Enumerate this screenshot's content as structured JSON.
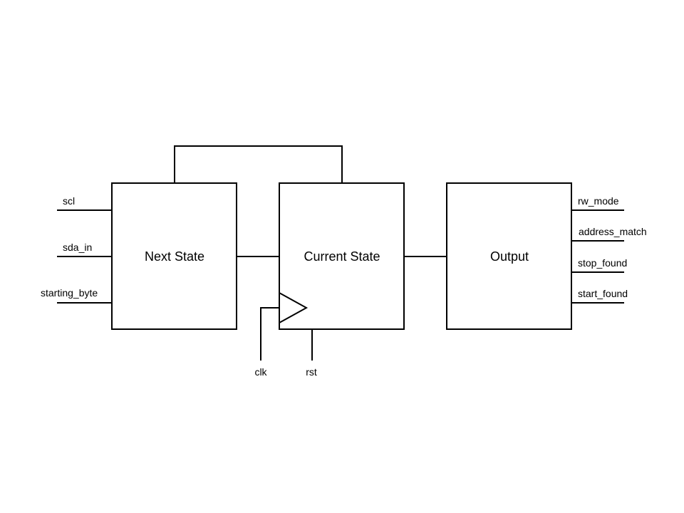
{
  "blocks": {
    "next_state": "Next State",
    "current_state": "Current State",
    "output": "Output"
  },
  "inputs": [
    "scl",
    "sda_in",
    "starting_byte"
  ],
  "outputs": [
    "rw_mode",
    "address_match",
    "stop_found",
    "start_found"
  ],
  "clock": "clk",
  "reset": "rst"
}
